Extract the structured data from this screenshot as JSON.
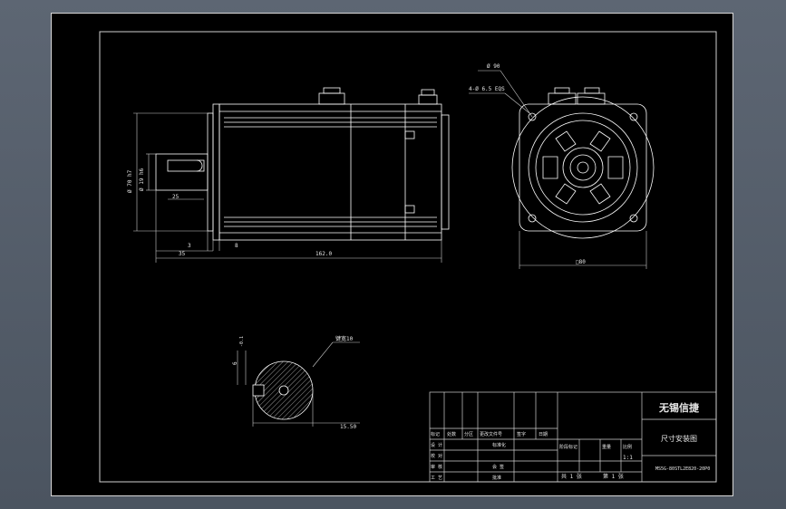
{
  "title_block": {
    "company": "无锡信捷",
    "drawing_name": "尺寸安装图",
    "model": "MS5G-80STL2E820-20P0",
    "scale": "1:1",
    "sheets": "共 1 张",
    "sheet_no": "第 1 张",
    "headers": [
      "标记",
      "处数",
      "分区",
      "更改文件号",
      "签字",
      "日期"
    ],
    "rows": [
      "设 计",
      "校 对",
      "审 核",
      "工 艺"
    ],
    "standardization": "标准化",
    "approve": "批准",
    "mid_labels": [
      "阶段标记",
      "重量",
      "比例"
    ],
    "extra": "会 签"
  },
  "dims": {
    "total_length": "162.0",
    "shaft_length": "35",
    "key_length": "25",
    "spigot_width": "3",
    "flange_thick": "8",
    "dia_flange": "Ø 70 h7",
    "dia_shaft": "Ø 19 h6",
    "dia_pcd": "Ø 90",
    "holes": "4-Ø 6.5 EQS",
    "square": "□80",
    "key_width": "6",
    "keyway_depth": "15.50",
    "keyway_label": "键宽10",
    "tol_small": "-0.1"
  }
}
